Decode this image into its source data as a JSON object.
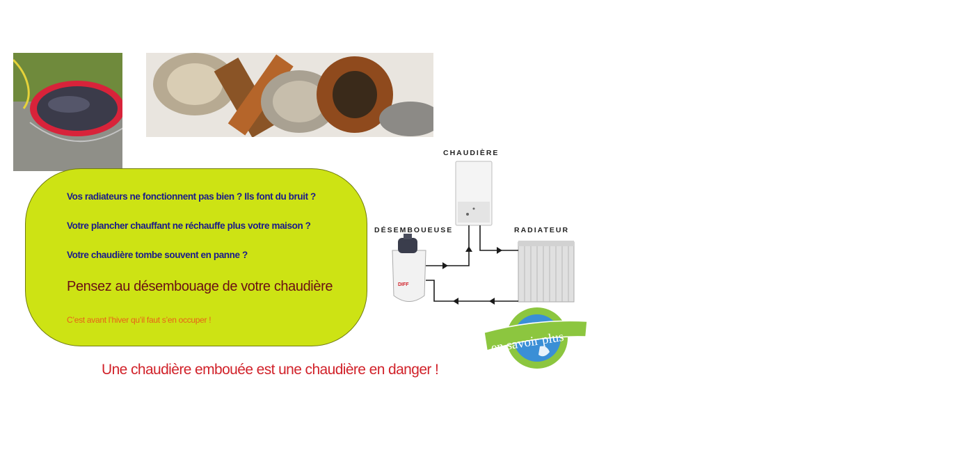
{
  "panel": {
    "question_1": "Vos radiateurs ne fonctionnent pas  bien ? Ils font du bruit ?",
    "question_2": "Votre plancher chauffant ne réchauffe plus votre maison ?",
    "question_3": "Votre chaudière tombe souvent en panne ?",
    "headline": "Pensez au désembouage de votre chaudière",
    "tagline": "C’est avant l’hiver qu’il faut s’en occuper !"
  },
  "warning": "Une chaudière embouée est une chaudière en danger !",
  "diagram": {
    "label_boiler": "CHAUDIÈRE",
    "label_desludger": "DÉSEMBOUEUSE",
    "label_radiator": "RADIATEUR",
    "brand": "DIFF"
  },
  "badge": {
    "label": "en savoir plus"
  },
  "colors": {
    "panel_bg": "#cde314",
    "question_text": "#1a1a8c",
    "headline_text": "#6a1015",
    "tagline_text": "#e8601a",
    "warning_text": "#d1222a",
    "badge_green": "#8cc63f"
  }
}
